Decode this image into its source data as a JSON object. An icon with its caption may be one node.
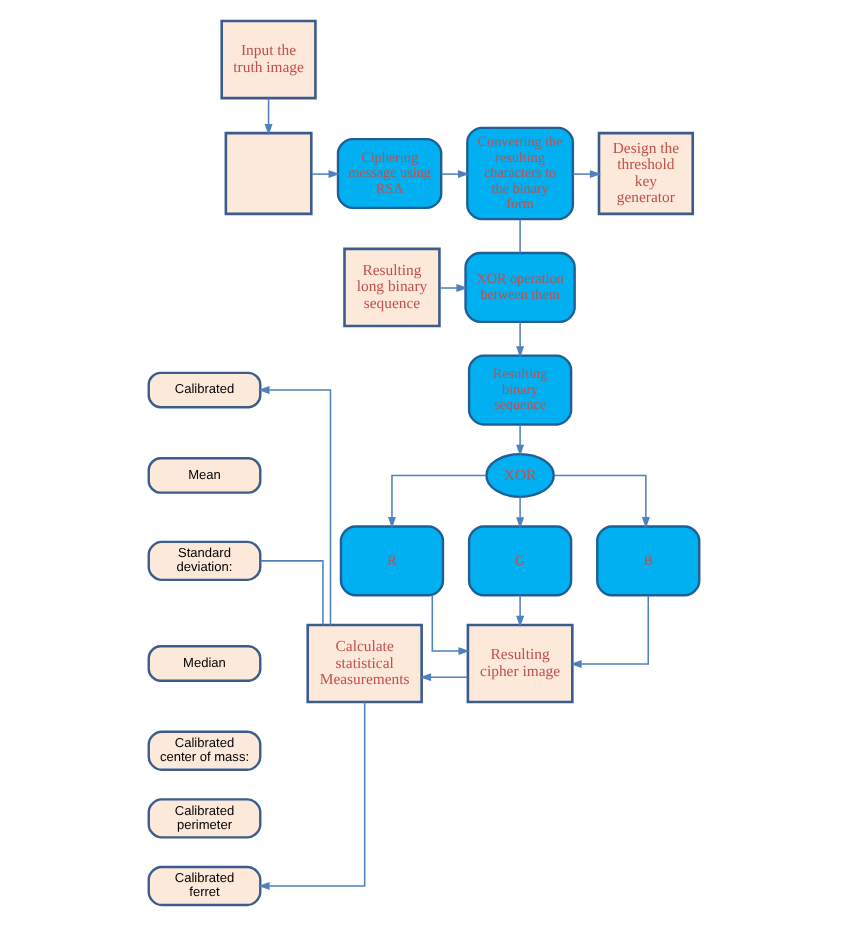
{
  "diagram": {
    "nodes": [
      {
        "text": [
          "Input the truth image"
        ]
      },
      {
        "text": [],
        "shape": "box"
      },
      {
        "text": [
          "Ciphering message using RSA"
        ]
      },
      {
        "text": [
          "Converting the resulting characters to the binary form"
        ]
      },
      {
        "text": [
          "Design the threshold key generator"
        ]
      },
      {
        "text": [
          "Resulting long binary sequence"
        ]
      },
      {
        "text": [
          "XOR operation between them"
        ]
      },
      {
        "text": [
          "Resulting binary sequence"
        ]
      },
      {
        "text": [
          "XOR"
        ]
      },
      {
        "text": [
          "R"
        ]
      },
      {
        "text": [
          "G"
        ]
      },
      {
        "text": [
          "B"
        ]
      },
      {
        "text": [
          "Resulting cipher image"
        ]
      },
      {
        "text": [
          "Calculate statistical Measurements"
        ]
      },
      {
        "text": [
          "Calibrated"
        ]
      },
      {
        "text": [
          "Mean"
        ]
      },
      {
        "text": [
          "Standard deviation:"
        ]
      },
      {
        "text": [
          "Median"
        ]
      },
      {
        "text": [
          "Calibrated center of mass:"
        ]
      },
      {
        "text": [
          "Calibrated perimeter"
        ]
      },
      {
        "text": [
          "Calibrated ferret"
        ]
      }
    ],
    "edges": [
      {
        "from": 0,
        "to": 1,
        "arrow": "to"
      },
      {
        "from": 1,
        "to": 2,
        "arrow": "to"
      },
      {
        "from": 2,
        "to": 3,
        "arrow": "to"
      },
      {
        "from": 3,
        "to": 4,
        "arrow": "to"
      },
      {
        "from": 3,
        "to": 6,
        "arrow": "none"
      },
      {
        "from": 5,
        "to": 6,
        "arrow": "to"
      },
      {
        "from": 6,
        "to": 7,
        "arrow": "to"
      },
      {
        "from": 7,
        "to": 8,
        "arrow": "to"
      },
      {
        "from": 8,
        "to": 9,
        "arrow": "to"
      },
      {
        "from": 8,
        "to": 10,
        "arrow": "to"
      },
      {
        "from": 8,
        "to": 11,
        "arrow": "to"
      },
      {
        "from": 9,
        "to": 12,
        "arrow": "to"
      },
      {
        "from": 10,
        "to": 12,
        "arrow": "to"
      },
      {
        "from": 11,
        "to": 12,
        "arrow": "to"
      },
      {
        "from": 12,
        "to": 13,
        "arrow": "to"
      },
      {
        "from": 13,
        "to": 14,
        "arrow": "to"
      },
      {
        "from": 13,
        "to": 20,
        "arrow": "to"
      },
      {
        "from": 16,
        "to": 13,
        "arrow": "none"
      }
    ]
  }
}
